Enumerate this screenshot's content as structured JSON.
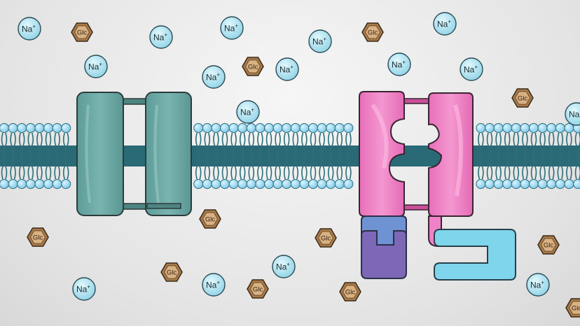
{
  "labels": {
    "sodium": "Na",
    "sodium_charge": "+",
    "glucose": "Glc"
  },
  "colors": {
    "background": "#e8e8e8",
    "lipid_head": "#8fd3ee",
    "lipid_tail": "#2f6f7a",
    "membrane_core": "#2a6c78",
    "channel": "#6aa9a6",
    "transporter": "#ee7fc4",
    "atpase_top": "#6f8fcf",
    "atpase_bottom": "#7e6ab8",
    "receptor": "#7fd3ea",
    "sodium_ion": "#a9e3ef",
    "glucose": "#a77a4a"
  },
  "sodium_ions": [
    {
      "id": "na-1"
    },
    {
      "id": "na-2"
    },
    {
      "id": "na-3"
    },
    {
      "id": "na-4"
    },
    {
      "id": "na-5"
    },
    {
      "id": "na-6"
    },
    {
      "id": "na-7"
    },
    {
      "id": "na-8"
    },
    {
      "id": "na-9"
    },
    {
      "id": "na-10"
    },
    {
      "id": "na-11"
    },
    {
      "id": "na-12"
    },
    {
      "id": "na-13"
    },
    {
      "id": "na-14"
    },
    {
      "id": "na-15"
    },
    {
      "id": "na-16"
    }
  ],
  "glucose_molecules": [
    {
      "id": "glc-1"
    },
    {
      "id": "glc-2"
    },
    {
      "id": "glc-3"
    },
    {
      "id": "glc-4"
    },
    {
      "id": "glc-5"
    },
    {
      "id": "glc-6"
    },
    {
      "id": "glc-7"
    },
    {
      "id": "glc-8"
    },
    {
      "id": "glc-9"
    },
    {
      "id": "glc-10"
    },
    {
      "id": "glc-11"
    },
    {
      "id": "glc-12"
    }
  ]
}
